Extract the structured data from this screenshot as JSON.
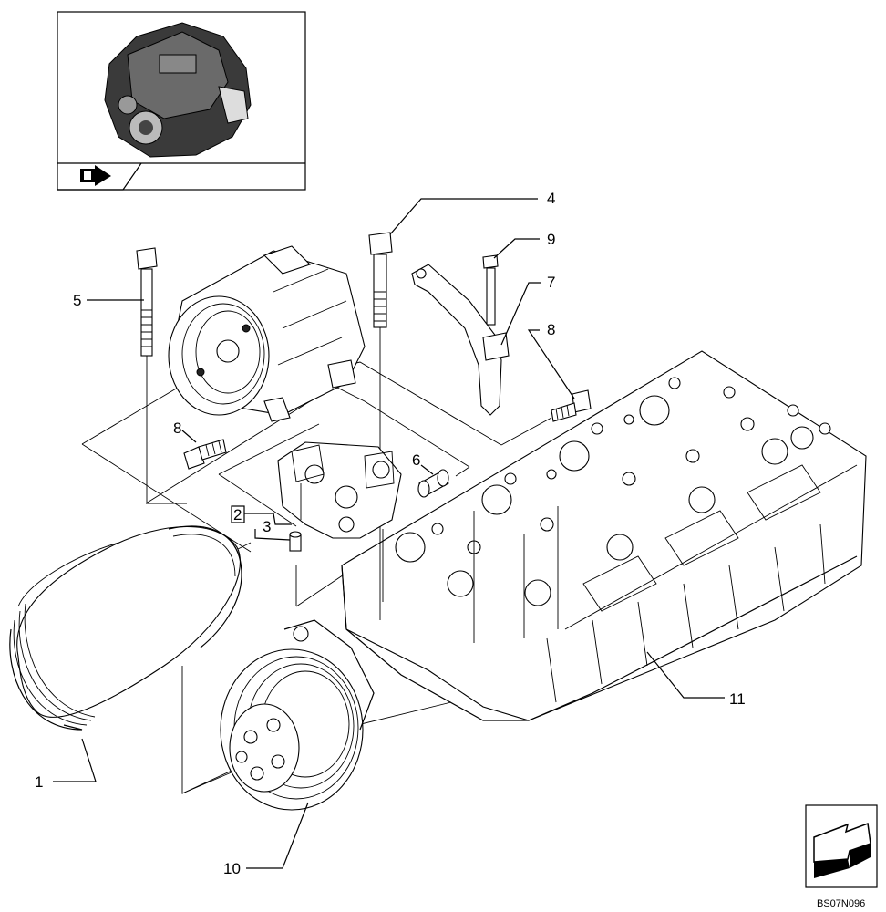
{
  "diagram": {
    "callouts": [
      {
        "id": "c1",
        "text": "1"
      },
      {
        "id": "c2",
        "text": "2"
      },
      {
        "id": "c3",
        "text": "3"
      },
      {
        "id": "c4",
        "text": "4"
      },
      {
        "id": "c5",
        "text": "5"
      },
      {
        "id": "c6",
        "text": "6"
      },
      {
        "id": "c7",
        "text": "7"
      },
      {
        "id": "c8a",
        "text": "8"
      },
      {
        "id": "c8b",
        "text": "8"
      },
      {
        "id": "c9",
        "text": "9"
      },
      {
        "id": "c10",
        "text": "10"
      },
      {
        "id": "c11",
        "text": "11"
      }
    ],
    "drawing_code": "BS07N096"
  }
}
